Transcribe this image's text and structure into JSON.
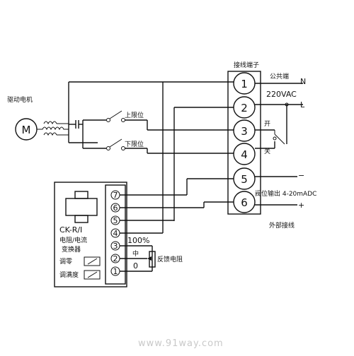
{
  "labels": {
    "motor": "驱动电机",
    "motor_symbol": "M",
    "upper_limit": "上限位",
    "lower_limit": "下限位",
    "terminal_block": "接线端子",
    "common": "公共端",
    "n": "N",
    "voltage": "220VAC",
    "l": "L",
    "open": "开",
    "close": "关",
    "minus": "−",
    "position_output": "阀位输出 4-20mADC",
    "plus": "+",
    "external_wiring": "外部接线",
    "module_name": "CK-R/I",
    "module_desc_1": "电阻/电流",
    "module_desc_2": "变换器",
    "zero_adjust": "调零",
    "full_adjust": "调满度",
    "pct_100": "100%",
    "mid": "中",
    "zero": "0",
    "feedback_resistor": "反馈电阻",
    "watermark": "www.91way.com"
  },
  "terminals": [
    "1",
    "2",
    "3",
    "4",
    "5",
    "6"
  ],
  "module_terminals": [
    "7",
    "6",
    "5",
    "4",
    "3",
    "2",
    "1"
  ]
}
